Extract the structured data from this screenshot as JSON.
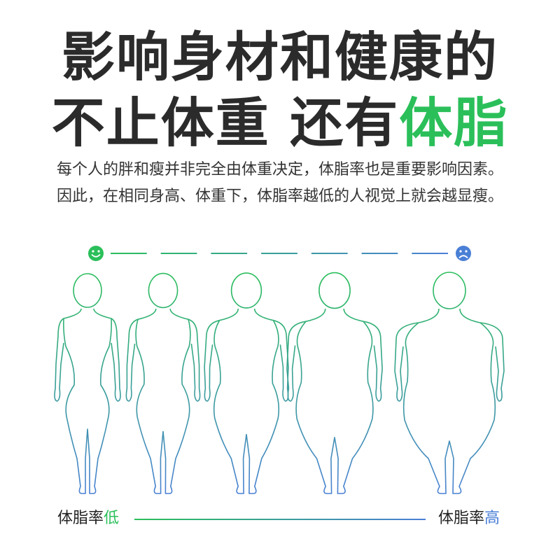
{
  "title": {
    "line1": "影响身材和健康的",
    "line2_prefix": "不止体重 还有",
    "line2_highlight": "体脂"
  },
  "description": {
    "line1": "每个人的胖和瘦并非完全由体重决定，体脂率也是重要影响因素。",
    "line2": "因此，在相同身高、体重下，体脂率越低的人视觉上就会越显瘦。"
  },
  "scale": {
    "happy_icon": "smiley-face-icon",
    "sad_icon": "sad-face-icon",
    "dash_count": 7
  },
  "figures": {
    "count": 5,
    "fat_levels": [
      0.0,
      0.2,
      0.45,
      0.7,
      1.0
    ]
  },
  "bottom": {
    "left_prefix": "体脂率",
    "left_word": "低",
    "right_prefix": "体脂率",
    "right_word": "高"
  },
  "colors": {
    "green": "#2bbf5a",
    "blue": "#4a7fd6",
    "title": "#2b2b2b"
  }
}
